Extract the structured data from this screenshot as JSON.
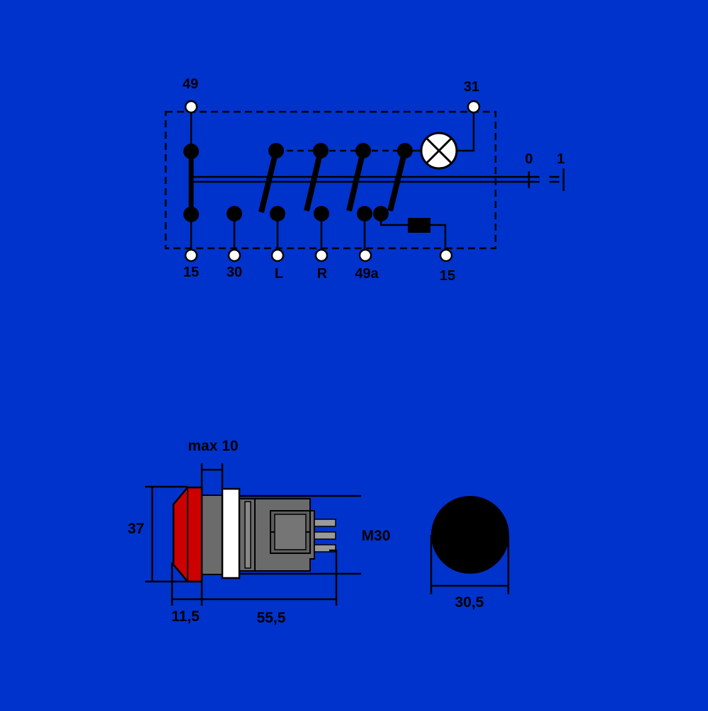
{
  "colors": {
    "background": "#0033cc",
    "line": "#000000",
    "terminal_fill": "#ffffff",
    "knob_red": "#cc0000",
    "body_gray": "#6b6b6b",
    "body_light": "#9a9a9a",
    "washer_white": "#ffffff"
  },
  "wiring_diagram": {
    "top_terminals": [
      "49",
      "31"
    ],
    "bottom_terminals": [
      "15",
      "30",
      "L",
      "R",
      "49a",
      "15"
    ],
    "switch_positions": [
      "0",
      "1"
    ],
    "lamp_icon": "lamp-cross-icon",
    "resistor_icon": "resistor-icon"
  },
  "dimension_drawing": {
    "height_label": "37",
    "max_label": "max 10",
    "front_depth_label": "11,5",
    "length_label": "55,5",
    "thread_label": "M30",
    "diameter_label": "30,5"
  }
}
